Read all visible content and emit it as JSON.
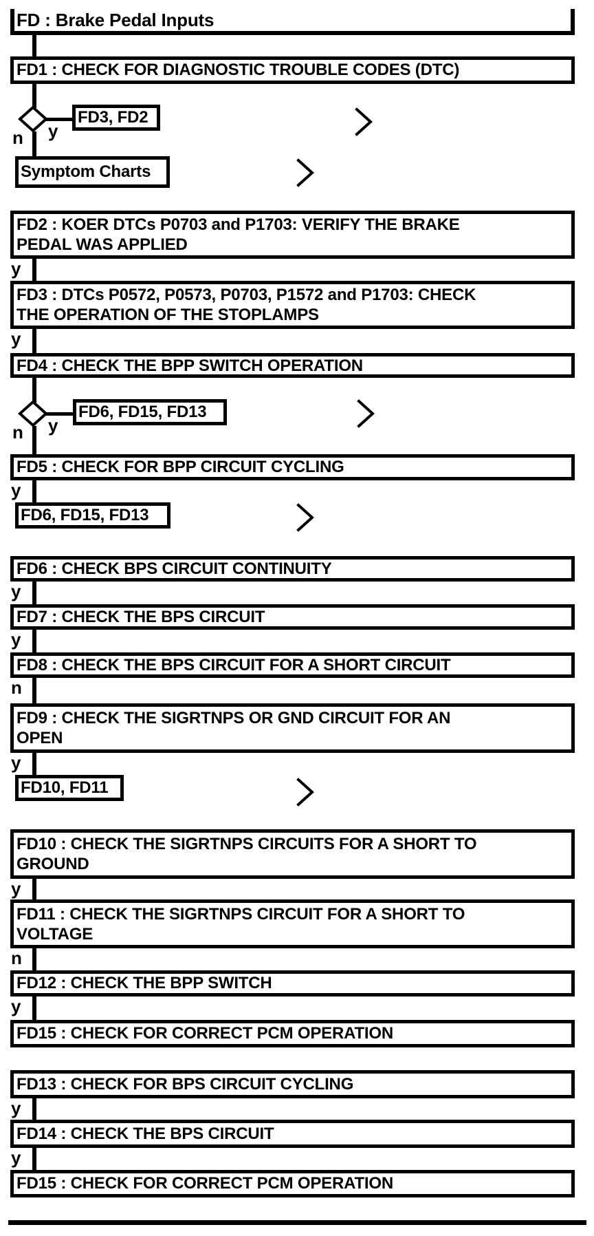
{
  "title": "FD : Brake Pedal Inputs",
  "branch_labels": {
    "yes": "y",
    "no": "n"
  },
  "colors": {
    "ink": "#000000",
    "paper": "#ffffff"
  },
  "boxes": {
    "fd1": {
      "lines": [
        "FD1 : CHECK FOR DIAGNOSTIC TROUBLE CODES (DTC)"
      ]
    },
    "fd2": {
      "lines": [
        "FD2 : KOER DTCs P0703 and P1703: VERIFY THE BRAKE",
        "PEDAL WAS APPLIED"
      ]
    },
    "fd3": {
      "lines": [
        "FD3 : DTCs P0572, P0573, P0703, P1572 and P1703: CHECK",
        "THE OPERATION OF THE STOPLAMPS"
      ]
    },
    "fd4": {
      "lines": [
        "FD4 : CHECK THE BPP SWITCH OPERATION"
      ]
    },
    "fd5": {
      "lines": [
        "FD5 : CHECK FOR BPP CIRCUIT CYCLING"
      ]
    },
    "fd6": {
      "lines": [
        "FD6 : CHECK BPS CIRCUIT CONTINUITY"
      ]
    },
    "fd7": {
      "lines": [
        "FD7 : CHECK THE BPS CIRCUIT"
      ]
    },
    "fd8": {
      "lines": [
        "FD8 : CHECK THE BPS CIRCUIT FOR A SHORT CIRCUIT"
      ]
    },
    "fd9": {
      "lines": [
        "FD9 : CHECK THE SIGRTNPS OR GND CIRCUIT FOR AN",
        "OPEN"
      ]
    },
    "fd10": {
      "lines": [
        "FD10 : CHECK THE SIGRTNPS CIRCUITS FOR A SHORT TO",
        "GROUND"
      ]
    },
    "fd11": {
      "lines": [
        "FD11 : CHECK THE SIGRTNPS CIRCUIT FOR A SHORT TO",
        "VOLTAGE"
      ]
    },
    "fd12": {
      "lines": [
        "FD12 : CHECK THE BPP SWITCH"
      ]
    },
    "fd13": {
      "lines": [
        "FD13 : CHECK FOR BPS CIRCUIT CYCLING"
      ]
    },
    "fd14": {
      "lines": [
        "FD14 : CHECK THE BPS CIRCUIT"
      ]
    },
    "fd15a": {
      "lines": [
        "FD15 : CHECK FOR CORRECT PCM OPERATION"
      ]
    },
    "fd15b": {
      "lines": [
        "FD15 : CHECK FOR CORRECT PCM OPERATION"
      ]
    }
  },
  "branch_targets": {
    "fd1_yes": "FD3, FD2",
    "fd1_no": "Symptom Charts",
    "fd4_yes": "FD6, FD15, FD13",
    "fd5_yes": "FD6, FD15, FD13",
    "fd9_yes": "FD10, FD11"
  }
}
